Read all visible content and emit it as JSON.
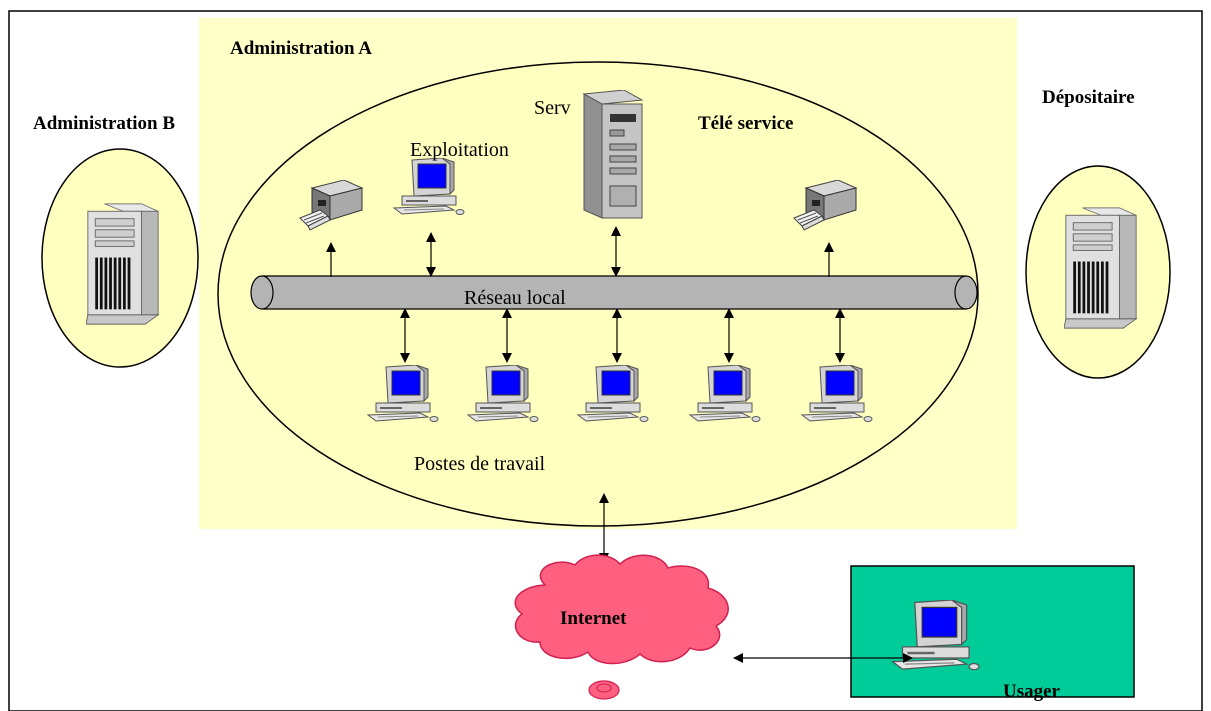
{
  "labels": {
    "admin_a": "Administration A",
    "admin_b": "Administration B",
    "depositaire": "Dépositaire",
    "serv": "Serv",
    "exploitation": "Exploitation",
    "tele_service": "Télé service",
    "reseau_local": "Réseau local",
    "postes_de_travail": "Postes de travail",
    "internet": "Internet",
    "usager": "Usager"
  },
  "colors": {
    "admin_area": "#ffffc8",
    "admin_ellipse": "#ffffc0",
    "pipe": "#b4b4b4",
    "cloud": "#ff6080",
    "usager_box": "#00cc99",
    "screen": "#0000ff"
  },
  "icons": {
    "server": "server-tower-icon",
    "printer": "printer-icon",
    "workstation": "desktop-computer-icon",
    "cloud": "internet-cloud-icon"
  }
}
